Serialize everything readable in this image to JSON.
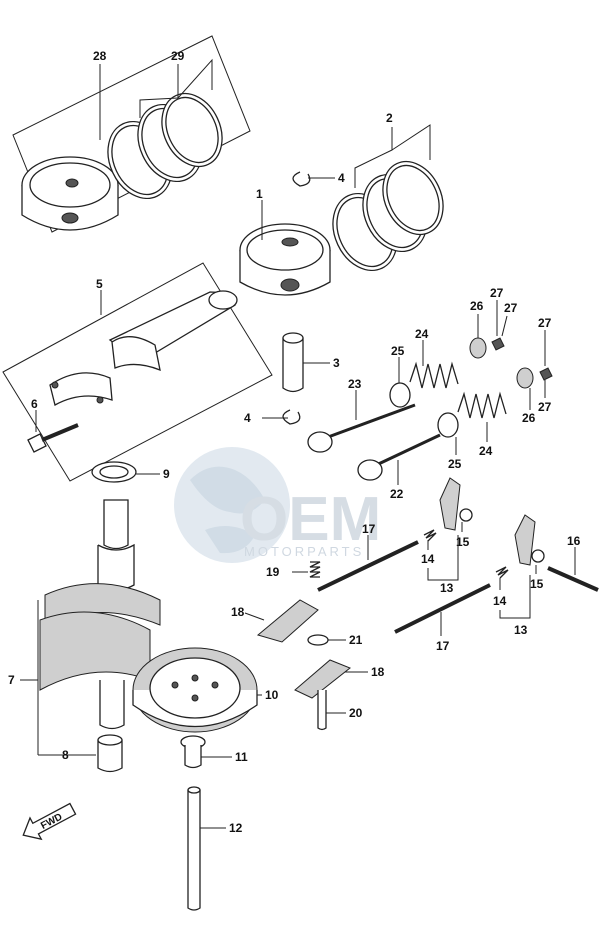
{
  "labels": {
    "l28": "28",
    "l29": "29",
    "l2": "2",
    "l4a": "4",
    "l1": "1",
    "l5": "5",
    "l3": "3",
    "l26a": "26",
    "l27a": "27",
    "l27b": "27",
    "l24a": "24",
    "l25a": "25",
    "l23": "23",
    "l27c": "27",
    "l27d": "27",
    "l26b": "26",
    "l6": "6",
    "l4b": "4",
    "l25b": "25",
    "l24b": "24",
    "l9": "9",
    "l22": "22",
    "l17a": "17",
    "l15a": "15",
    "l14a": "14",
    "l13a": "13",
    "l16": "16",
    "l19": "19",
    "l18a": "18",
    "l21": "21",
    "l14b": "14",
    "l15b": "15",
    "l13b": "13",
    "l17b": "17",
    "l7": "7",
    "l10": "10",
    "l18b": "18",
    "l20": "20",
    "l11": "11",
    "l8": "8",
    "l12": "12"
  },
  "watermark": {
    "brand": "OEM",
    "sub": "MOTORPARTS"
  },
  "fwd_label": "FWD"
}
